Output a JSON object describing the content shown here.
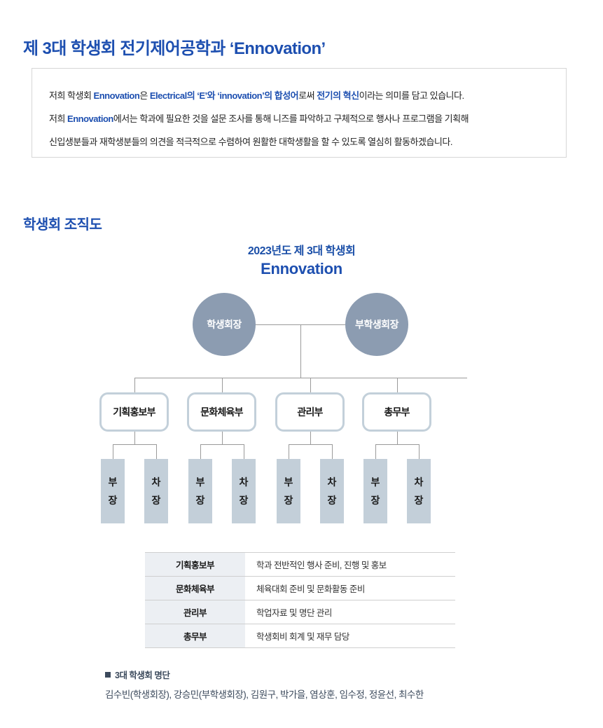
{
  "page_title": {
    "prefix": "제 3대 학생회 ",
    "strong": "전기제어공학과 ‘Ennovation’"
  },
  "intro": {
    "line1": [
      {
        "t": "저희 학생회 ",
        "c": "blk"
      },
      {
        "t": "Ennovation",
        "c": "blue"
      },
      {
        "t": "은 ",
        "c": "blk"
      },
      {
        "t": "Electrical의 ‘E’와 ‘innovation’의 합성어",
        "c": "blue"
      },
      {
        "t": "로써 ",
        "c": "blk"
      },
      {
        "t": "전기의 혁신",
        "c": "blue"
      },
      {
        "t": "이라는 의미를 담고 있습니다.",
        "c": "blk"
      }
    ],
    "line2": [
      {
        "t": "저희 ",
        "c": "blk"
      },
      {
        "t": "Ennovation",
        "c": "blue"
      },
      {
        "t": "에서는 학과에 필요한 것을 설문 조사를 통해 니즈를 파악하고 구체적으로 행사나 프로그램을 기획해",
        "c": "blk"
      }
    ],
    "line3": [
      {
        "t": "신입생분들과 재학생분들의 의견을 적극적으로 수렴하여 원활한 대학생활을 할 수 있도록 열심히 활동하겠습니다.",
        "c": "blk"
      }
    ]
  },
  "section_title": "학생회 조직도",
  "chart_header": {
    "year_line": "2023년도 제 3대 학생회",
    "name_line": "Ennovation"
  },
  "org": {
    "president": "학생회장",
    "vice_president": "부학생회장",
    "departments": [
      {
        "name": "기획홍보부",
        "roles": [
          [
            "부",
            "장"
          ],
          [
            "차",
            "장"
          ]
        ]
      },
      {
        "name": "문화체육부",
        "roles": [
          [
            "부",
            "장"
          ],
          [
            "차",
            "장"
          ]
        ]
      },
      {
        "name": "관리부",
        "roles": [
          [
            "부",
            "장"
          ],
          [
            "차",
            "장"
          ]
        ]
      },
      {
        "name": "총무부",
        "roles": [
          [
            "부",
            "장"
          ],
          [
            "차",
            "장"
          ]
        ]
      }
    ]
  },
  "duty_table": {
    "rows": [
      {
        "dept": "기획홍보부",
        "duty": "학과 전반적인 행사 준비, 진행 및 홍보"
      },
      {
        "dept": "문화체육부",
        "duty": "체육대회 준비 및 문화활동 준비"
      },
      {
        "dept": "관리부",
        "duty": "학업자료 및 명단 관리"
      },
      {
        "dept": "총무부",
        "duty": "학생회비 회계 및 재무 담당"
      }
    ]
  },
  "roster": {
    "title": "3대 학생회 명단",
    "names": "김수빈(학생회장), 강승민(부학생회장), 김원구, 박가을, 염상훈, 임수정, 정윤선, 최수한"
  },
  "colors": {
    "title_blue": "#1d4fb0",
    "circle_fill": "#8c9cb1",
    "dept_border": "#c3d0da",
    "role_fill": "#c3cfd9",
    "table_key_bg": "#eceff3",
    "footer_text": "#3c4a5c"
  }
}
